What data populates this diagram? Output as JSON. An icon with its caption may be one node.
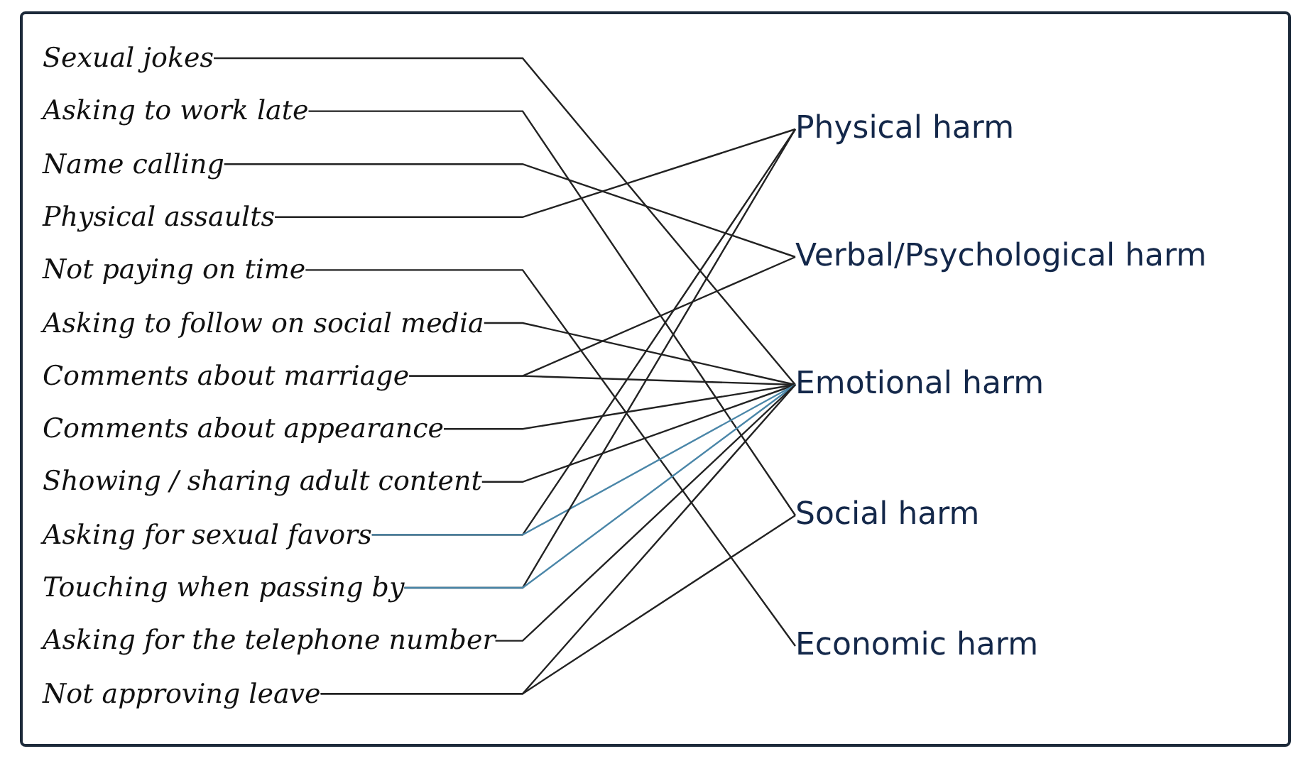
{
  "diagram": {
    "nodes": [
      {
        "text": [
          "Sexual jokes"
        ]
      },
      {
        "text": [
          "Asking to work late"
        ]
      },
      {
        "text": [
          "Name calling"
        ]
      },
      {
        "text": [
          "Physical assaults"
        ]
      },
      {
        "text": [
          "Not paying on time"
        ]
      },
      {
        "text": [
          "Asking to follow on social media"
        ]
      },
      {
        "text": [
          "Comments about marriage"
        ]
      },
      {
        "text": [
          "Comments about appearance"
        ]
      },
      {
        "text": [
          "Showing / sharing adult content"
        ]
      },
      {
        "text": [
          "Asking for sexual favors"
        ]
      },
      {
        "text": [
          "Touching when passing by"
        ]
      },
      {
        "text": [
          "Asking for the telephone number"
        ]
      },
      {
        "text": [
          "Not approving leave"
        ]
      },
      {
        "text": [
          "Physical harm"
        ]
      },
      {
        "text": [
          "Verbal/Psychological harm"
        ]
      },
      {
        "text": [
          "Emotional harm"
        ]
      },
      {
        "text": [
          "Social harm"
        ]
      },
      {
        "text": [
          "Economic harm"
        ]
      }
    ],
    "edges": [
      {
        "from": 0,
        "to": 15,
        "arrow": "none"
      },
      {
        "from": 1,
        "to": 16,
        "arrow": "none"
      },
      {
        "from": 2,
        "to": 14,
        "arrow": "none"
      },
      {
        "from": 3,
        "to": 13,
        "arrow": "none"
      },
      {
        "from": 4,
        "to": 17,
        "arrow": "none"
      },
      {
        "from": 5,
        "to": 15,
        "arrow": "none"
      },
      {
        "from": 6,
        "to": 14,
        "arrow": "none"
      },
      {
        "from": 6,
        "to": 15,
        "arrow": "none"
      },
      {
        "from": 7,
        "to": 15,
        "arrow": "none"
      },
      {
        "from": 8,
        "to": 15,
        "arrow": "none"
      },
      {
        "from": 9,
        "to": 13,
        "arrow": "none"
      },
      {
        "from": 9,
        "to": 15,
        "arrow": "none",
        "color": "#4a86a8"
      },
      {
        "from": 10,
        "to": 13,
        "arrow": "none"
      },
      {
        "from": 10,
        "to": 15,
        "arrow": "none",
        "color": "#4a86a8"
      },
      {
        "from": 11,
        "to": 15,
        "arrow": "none"
      },
      {
        "from": 12,
        "to": 15,
        "arrow": "none"
      },
      {
        "from": 12,
        "to": 16,
        "arrow": "none"
      }
    ]
  }
}
